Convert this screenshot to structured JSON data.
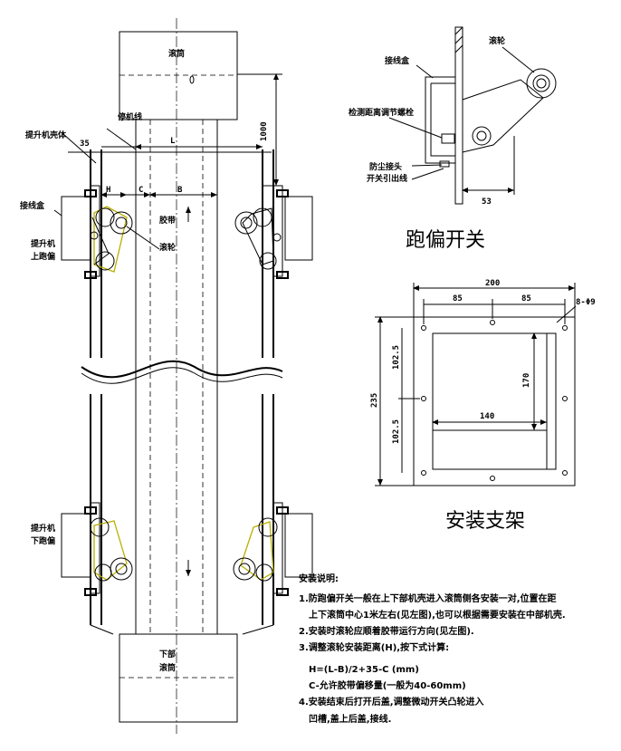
{
  "labels": {
    "top_drum": "滚筒",
    "casing": "提升机壳体",
    "stop_line": "停机线",
    "junction_box": "接线盒",
    "upper_switch_line1": "提升机",
    "upper_switch_line2": "上跑偏",
    "roller": "滚轮",
    "belt": "胶带",
    "lower_switch_line1": "提升机",
    "lower_switch_line2": "下跑偏",
    "bottom_drum_line1": "下部",
    "bottom_drum_line2": "滚筒"
  },
  "dims_left": {
    "d35": "35",
    "L": "L",
    "H": "H",
    "C": "C",
    "B": "B",
    "d1000": "1000"
  },
  "switch_detail": {
    "junction_box": "接线盒",
    "roller": "滚轮",
    "adjust_bolt": "检测距离调节螺栓",
    "dust_joint": "防尘接头",
    "cable_outlet": "开关引出线",
    "d53": "53",
    "title": "跑偏开关"
  },
  "bracket": {
    "d200": "200",
    "d85a": "85",
    "d85b": "85",
    "holes": "8-Φ9",
    "d235": "235",
    "d1025a": "102.5",
    "d1025b": "102.5",
    "d170": "170",
    "d140": "140",
    "title": "安装支架"
  },
  "notes": {
    "heading": "安装说明:",
    "n1a": "1.防跑偏开关一般在上下部机壳进入滚筒侧各安装一对,位置在距",
    "n1b": "上下滚筒中心1米左右(见左图),也可以根据需要安装在中部机壳.",
    "n2": "2.安装时滚轮应顺着胶带运行方向(见左图).",
    "n3": "3.调整滚轮安装距离(H),按下式计算:",
    "formula": "H=(L-B)/2+35-C      (mm)",
    "cdef": "C-允许胶带偏移量(一般为40-60mm)",
    "n4a": "4.安装结束后打开后盖,调整微动开关凸轮进入",
    "n4b": "凹槽,盖上后盖,接线."
  }
}
